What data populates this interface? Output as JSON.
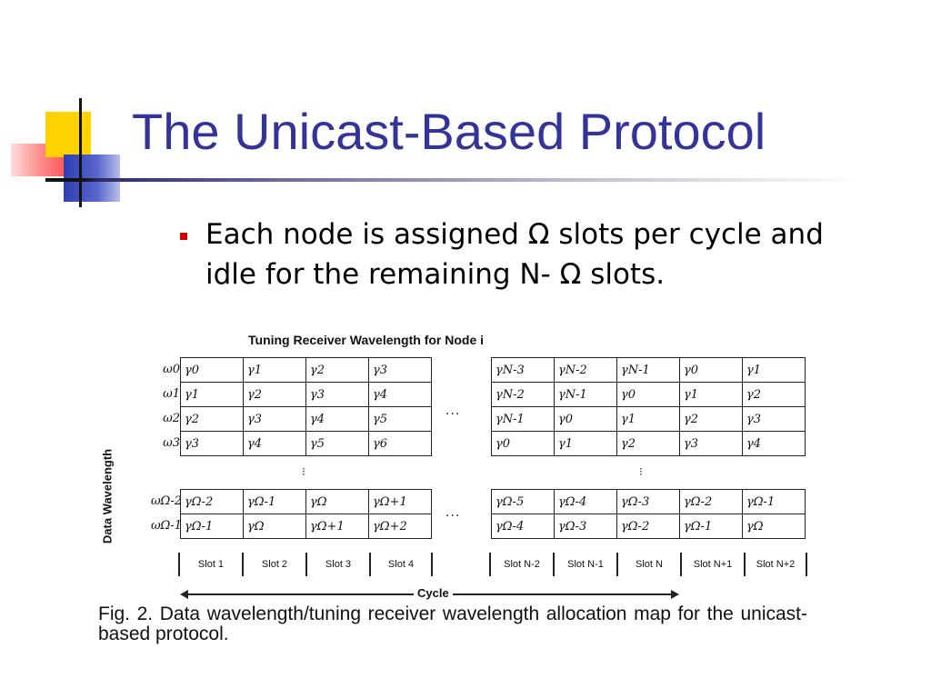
{
  "slide": {
    "title": "The Unicast-Based Protocol",
    "bullet": "Each node is assigned Ω slots per cycle and idle for the remaining N- Ω slots.",
    "bullet_color": "#d40000",
    "title_color": "#333399"
  },
  "figure": {
    "title": "Tuning Receiver Wavelength for Node i",
    "ylabel": "Data Wavelength",
    "row_labels_top": [
      "ω0",
      "ω1",
      "ω2",
      "ω3"
    ],
    "row_labels_bottom": [
      "ωΩ-2",
      "ωΩ-1"
    ],
    "top_left_rows": [
      [
        "γ0",
        "γ1",
        "γ2",
        "γ3"
      ],
      [
        "γ1",
        "γ2",
        "γ3",
        "γ4"
      ],
      [
        "γ2",
        "γ3",
        "γ4",
        "γ5"
      ],
      [
        "γ3",
        "γ4",
        "γ5",
        "γ6"
      ]
    ],
    "top_right_rows": [
      [
        "γN-3",
        "γN-2",
        "γN-1",
        "γ0",
        "γ1"
      ],
      [
        "γN-2",
        "γN-1",
        "γ0",
        "γ1",
        "γ2"
      ],
      [
        "γN-1",
        "γ0",
        "γ1",
        "γ2",
        "γ3"
      ],
      [
        "γ0",
        "γ1",
        "γ2",
        "γ3",
        "γ4"
      ]
    ],
    "bottom_left_rows": [
      [
        "γΩ-2",
        "γΩ-1",
        "γΩ",
        "γΩ+1"
      ],
      [
        "γΩ-1",
        "γΩ",
        "γΩ+1",
        "γΩ+2"
      ]
    ],
    "bottom_right_rows": [
      [
        "γΩ-5",
        "γΩ-4",
        "γΩ-3",
        "γΩ-2",
        "γΩ-1"
      ],
      [
        "γΩ-4",
        "γΩ-3",
        "γΩ-2",
        "γΩ-1",
        "γΩ"
      ]
    ],
    "slots_left": [
      "Slot 1",
      "Slot 2",
      "Slot 3",
      "Slot 4"
    ],
    "slots_right": [
      "Slot N-2",
      "Slot N-1",
      "Slot N",
      "Slot N+1",
      "Slot N+2"
    ],
    "cycle_label": "Cycle",
    "caption": "Fig. 2. Data wavelength/tuning receiver wavelength allocation map for the unicast-based protocol."
  }
}
